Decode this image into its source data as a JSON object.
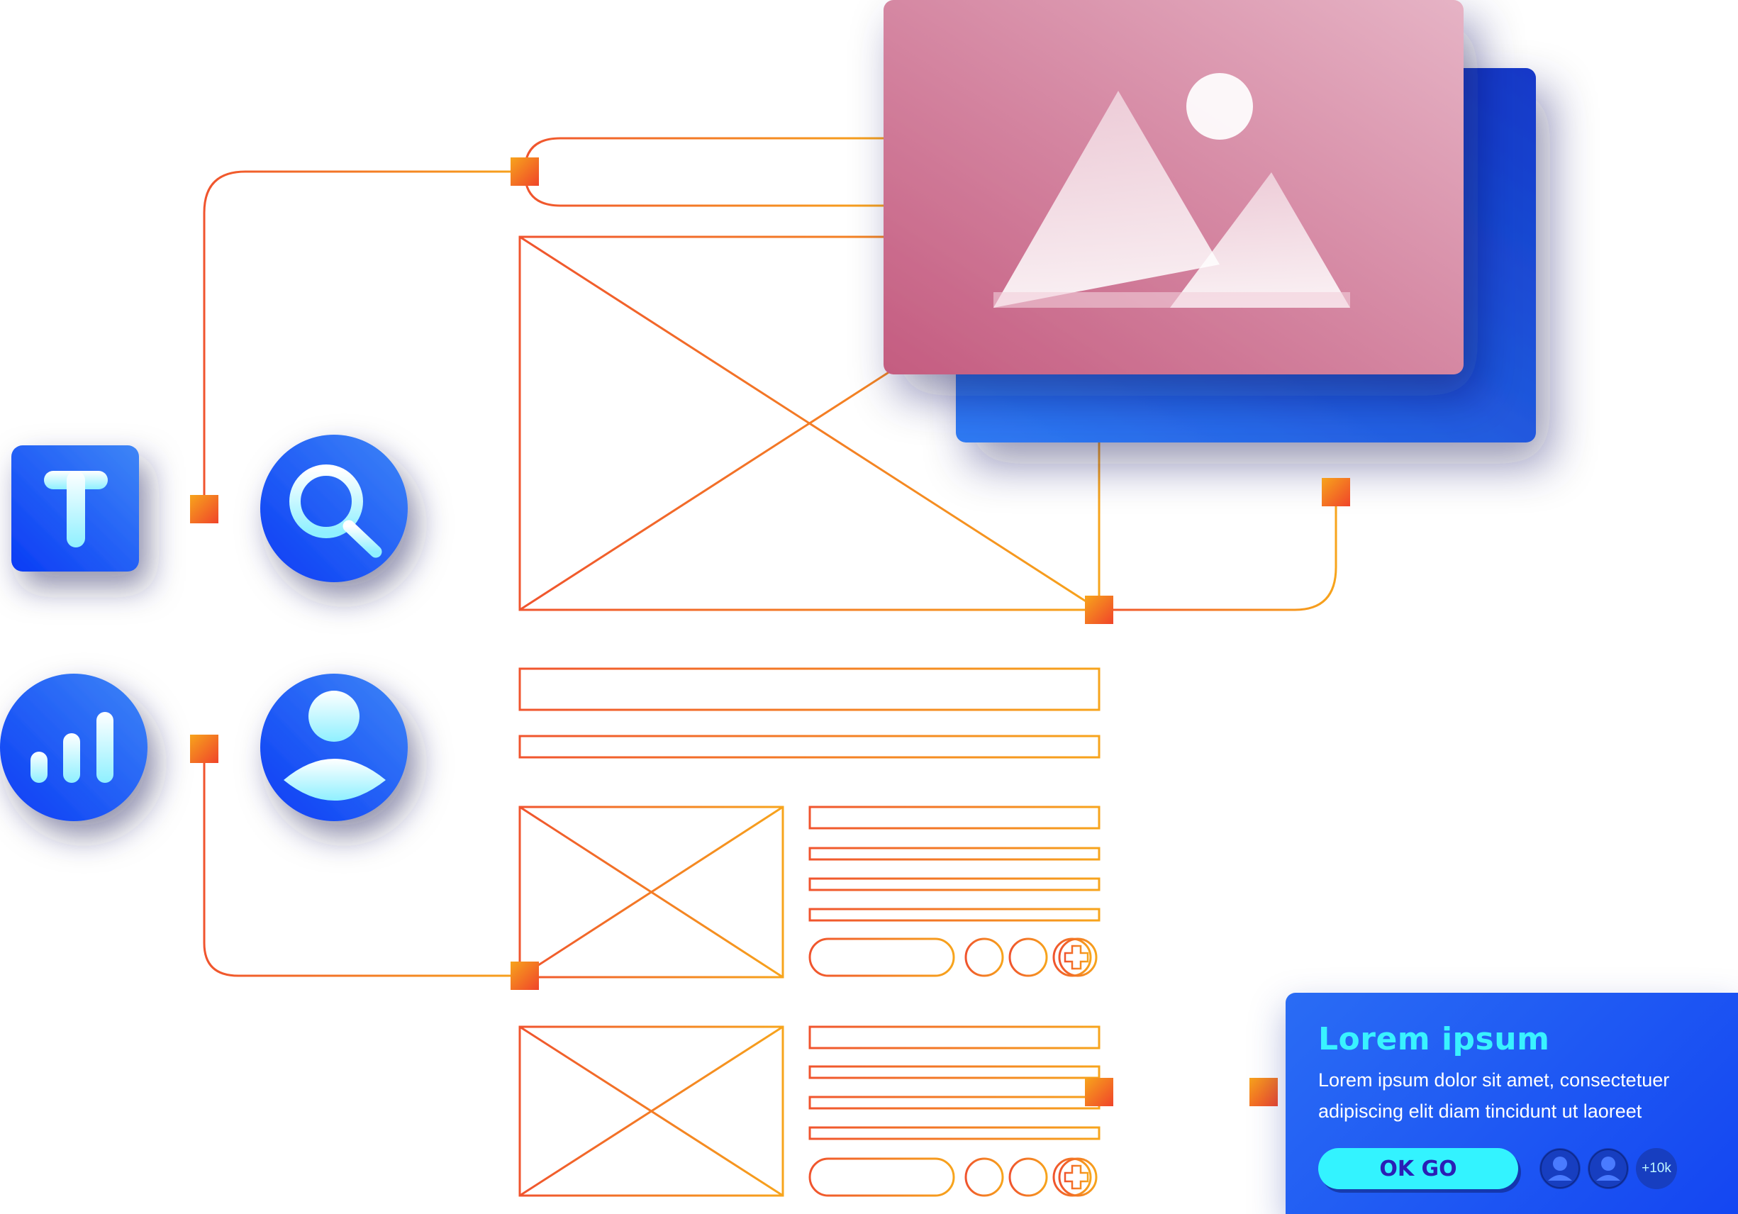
{
  "card": {
    "title": "Lorem ipsum",
    "body": "Lorem ipsum dolor sit amet, consectetuer adipiscing elit diam tincidunt ut laoreet",
    "button_label": "OK GO",
    "avatar_count": "+10k"
  },
  "icons": {
    "text_tile": "text-icon",
    "search": "search-icon",
    "chart": "bar-chart-icon",
    "user": "user-icon",
    "image": "image-icon"
  },
  "colors": {
    "wire_orange": "#f0542e",
    "wire_yellow": "#f7a41c",
    "brand_blue": "#1446f2",
    "accent_cyan": "#33f3ff",
    "photo_pink": "#cf6a8c"
  }
}
